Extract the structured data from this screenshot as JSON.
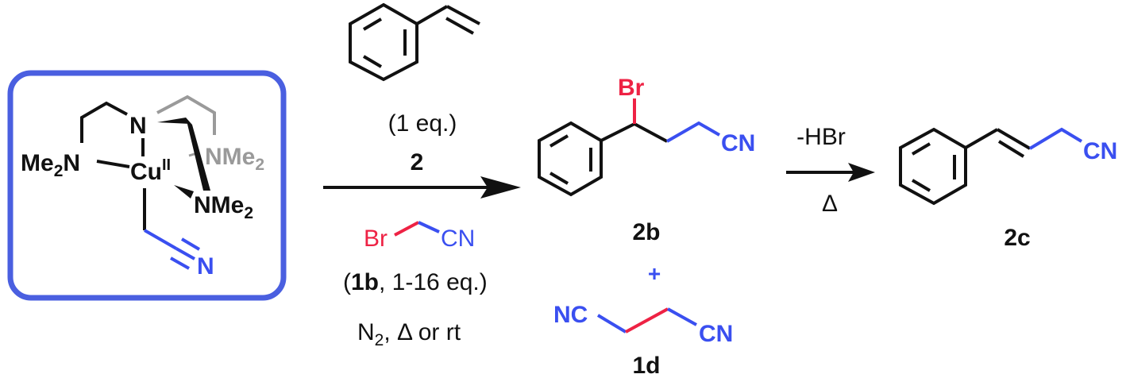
{
  "scheme": {
    "catalyst": {
      "atoms": {
        "n_top": "N",
        "me2n_left": "Me",
        "me2n_left_sub": "2",
        "me2n_left_n": "N",
        "cu": "Cu",
        "cu_ox": "II",
        "nme2_grey": "NMe",
        "nme2_grey_sub": "2",
        "nme2_bottom": "NMe",
        "nme2_bottom_sub": "2",
        "n_nitrile": "N"
      },
      "box_color": "#4a5fe0"
    },
    "step1": {
      "reagent_top_amount": "(1 eq.)",
      "reagent_top_label": "2",
      "reagent_bottom_br": "Br",
      "reagent_bottom_cn": "CN",
      "reagent_bottom_open": "(",
      "reagent_bottom_label": "1b",
      "reagent_bottom_amount": ", 1-16 eq.)",
      "conditions_n": "N",
      "conditions_sub": "2",
      "conditions_rest": ", Δ or rt"
    },
    "product_2b": {
      "br": "Br",
      "cn": "CN",
      "label": "2b"
    },
    "plus": "+",
    "byproduct_1d": {
      "nc": "NC",
      "cn": "CN",
      "label": "1d"
    },
    "step2": {
      "above": "-HBr",
      "below": "Δ"
    },
    "product_2c": {
      "cn": "CN",
      "label": "2c"
    },
    "colors": {
      "black": "#111111",
      "blue": "#3a4ff0",
      "red": "#ee2244",
      "grey": "#9a9a9a"
    }
  }
}
